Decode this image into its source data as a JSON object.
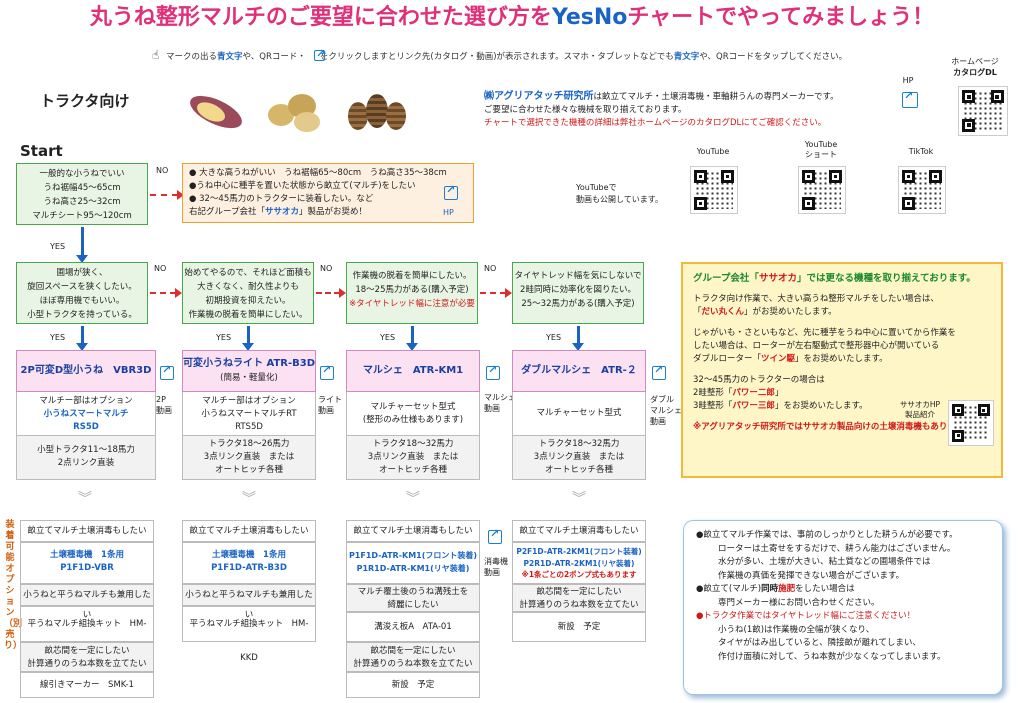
{
  "title": {
    "part1": "丸うね整形マルチのご要望に合わせた選び方を",
    "part2": "YesNo",
    "part3": "チャートでやってみましょう！"
  },
  "note": {
    "pre": "マークの出る",
    "blue1": "青文字",
    "mid1": "や、QRコード・",
    "mid2": "をクリックしますとリンク先(カタログ・動画)が表示されます。スマホ・タブレットなどでも",
    "blue2": "青文字",
    "post": "や、QRコードをタップしてください。"
  },
  "homepage": {
    "line1": "ホームページ",
    "line2": "カタログDL"
  },
  "hp_label": "HP",
  "tractor_label": "トラクタ向け",
  "start_label": "Start",
  "company": {
    "name": "㈱アグリアタッチ研究所",
    "desc": "は畝立てマルチ・土壌消毒機・車軸耕うんの専門メーカーです。",
    "line2": "ご要望に合わせた様々な機械を取り揃えております。",
    "line3": "チャートで選択できた機種の詳細は弊社ホームページのカタログDLにてご確認ください。"
  },
  "social": {
    "youtube": "YouTube",
    "youtube_short1": "YouTube",
    "youtube_short2": "ショート",
    "tiktok": "TikTok",
    "yt_note1": "YouTubeで",
    "yt_note2": "動画も公開しています。"
  },
  "q1": [
    "一般的な小うねでいい",
    "うね裾幅45～65cm",
    "うね高さ25～32cm",
    "マルチシート95～120cm"
  ],
  "q1_no_box": {
    "lines": [
      "● 大きな高うねがいい　うね裾幅65～80cm　うね高さ35～38cm",
      "●うね中心に種芋を置いた状態から畝立て(マルチ)をしたい",
      "● 32～45馬力のトラクターに装着したい。など"
    ],
    "last_pre": "右記グループ会社「",
    "last_company": "ササオカ",
    "last_post": "」製品がお奨め！",
    "hp": "HP"
  },
  "labels": {
    "no": "NO",
    "yes": "YES"
  },
  "q2": [
    [
      "圃場が狭く、",
      "旋回スペースを狭くしたい。",
      "ほぼ専用機でもいい。",
      "小型トラクタを持っている。"
    ],
    [
      "始めてやるので、それほど面積も",
      "大きくなく、耐久性よりも",
      "初期投資を抑えたい。",
      "作業機の脱着を簡単にしたい。"
    ],
    [
      "作業機の脱着を簡単にしたい。",
      "18～25馬力がある(購入予定)"
    ],
    [
      "タイヤトレッド幅を気にしないで",
      "2畦同時に効率化を図りたい。",
      "25～32馬力がある(購入予定)"
    ]
  ],
  "q2_c3_warn": "※タイヤトレッド幅に注意が必要",
  "products": [
    {
      "name": "2P可変D型小うね　VBR3D",
      "link": "2P\n動画",
      "opt1": "マルチー部はオプション",
      "opt2": "小うねスマートマルチ",
      "opt3": "RS5D",
      "spec1": "小型トラクタ11～18馬力",
      "spec2": "2点リンク直装"
    },
    {
      "name": "可変小うねライト ATR-B3D",
      "sub": "(簡易・軽量化)",
      "link": "ライト\n動画",
      "opt1": "マルチー部はオプション",
      "opt2": "小うねスマートマルチRT",
      "opt3": "RTS5D",
      "spec1": "トラクタ18～26馬力",
      "spec2": "3点リンク直装　または",
      "spec3": "オートヒッチ各種"
    },
    {
      "name": "マルシェ　ATR-KM1",
      "link": "マルシェ\n動画",
      "opt1": "マルチャーセット型式",
      "opt2": "(整形のみ仕様もあります)",
      "spec1": "トラクタ18～32馬力",
      "spec2": "3点リンク直装　または",
      "spec3": "オートヒッチ各種"
    },
    {
      "name": "ダブルマルシェ　ATR-２KM1",
      "link": "ダブル\nマルシェ\n動画",
      "opt1": "マルチャーセット型式",
      "spec1": "トラクタ18～32馬力",
      "spec2": "3点リンク直装　または",
      "spec3": "オートヒッチ各種"
    }
  ],
  "option_side": "装着可能オプション（別売り）",
  "options": [
    {
      "q": "畝立てマルチ土壌消毒もしたい",
      "a1": "土壌種毒機　1条用",
      "a2": "P1F1D-VBR",
      "q2": "小うねと平うねマルチも兼用したい",
      "a3": "平うねマルチ組換キット　HM-KKD",
      "q3a": "畝芯間を一定にしたい",
      "q3b": "計算通りのうね本数を立てたい",
      "a4": "線引きマーカー　SMK-1"
    },
    {
      "q": "畝立てマルチ土壌消毒もしたい",
      "a1": "土壌種毒機　1条用",
      "a2": "P1F1D-ATR-B3D",
      "q2": "小うねと平うねマルチも兼用したい",
      "a3": "平うねマルチ組換キット　HM-KKD"
    },
    {
      "q": "畝立てマルチ土壌消毒もしたい",
      "a1": "P1F1D-ATR-KM1(フロント装着)",
      "a2": "P1R1D-ATR-KM1(リヤ装着)",
      "link": "消毒機\n動画",
      "q2a": "マルチ覆土後のうね溝残土を",
      "q2b": "綺麗にしたい",
      "a3": "溝浚え板A　ATA-01",
      "q3a": "畝芯間を一定にしたい",
      "q3b": "計算通りのうね本数を立てたい",
      "a4": "新設　予定"
    },
    {
      "q": "畝立てマルチ土壌消毒もしたい",
      "a1": "P2F1D-ATR-2KM1(フロント装着)",
      "a2": "P2R1D-ATR-2KM1(リヤ装着)",
      "a2b": "※1条ごとの2ポンプ式もあります",
      "q2a": "畝芯間を一定にしたい",
      "q2b": "計算通りのうね本数を立てたい",
      "a3": "新設　予定"
    }
  ],
  "group": {
    "title_pre": "グループ会社「",
    "title_name": "ササオカ",
    "title_post": "」では更なる機種を取り揃えております。",
    "p1a": "トラクタ向け作業で、大きい高うね整形マルチをしたい場合は、",
    "p1b_pre": "「",
    "p1b_name": "だい丸くん",
    "p1b_post": "」がお奨めいたします。",
    "p2a": "じゃがいも・さといもなど、先に種芋をうね中心に置いてから作業を",
    "p2b": "したい場合は、ローターが左右駆動式で整形器中心が開いている",
    "p2c_pre": "ダブルローター「",
    "p2c_name": "ツイン駆",
    "p2c_post": "」をお奨めいたします。",
    "p3a": "32～45馬力のトラクターの場合は",
    "p3b_pre": "2畦整形「",
    "p3b_name": "パワー二郎",
    "p3b_post": "」",
    "p3c_pre": "3畦整形「",
    "p3c_name": "パワー三郎",
    "p3c_post": "」をお奨めいたします。",
    "qr1": "ササオカHP",
    "qr2": "製品紹介",
    "foot": "※アグリアタッチ研究所ではササオカ製品向けの土壌消毒機もあります。"
  },
  "notes": {
    "l1": "●畝立てマルチ作業では、事前のしっかりとした耕うんが必要です。",
    "l2": "ローターは土寄せをするだけで、耕うん能力はございません。",
    "l3": "水分が多い、土塊が大きい、粘土質などの圃場条件では",
    "l4": "作業機の真価を発揮できない場合がございます。",
    "l5_pre": "●畝立て(マルチ)",
    "l5_b": "同時",
    "l5_red": "施肥",
    "l5_post": "をしたい場合は",
    "l6": "専門メーカー様にお問い合わせください。",
    "l7": "●トラクタ作業ではタイヤトレッド幅にご注意ください！",
    "l8": "小うね(1畝)は作業機の全幅が狭くなり、",
    "l9": "タイヤがはみ出していると、隣接畝が離れてしまい、",
    "l10": "作付け面積に対して、うね本数が少なくなってしまいます。"
  },
  "colors": {
    "blue": "#1a63c4",
    "green_border": "#4aa64a",
    "orange_border": "#f0a030",
    "pink_head": "#fbe1f2",
    "yellow_bg": "#fff6c8",
    "red": "#d01818"
  }
}
